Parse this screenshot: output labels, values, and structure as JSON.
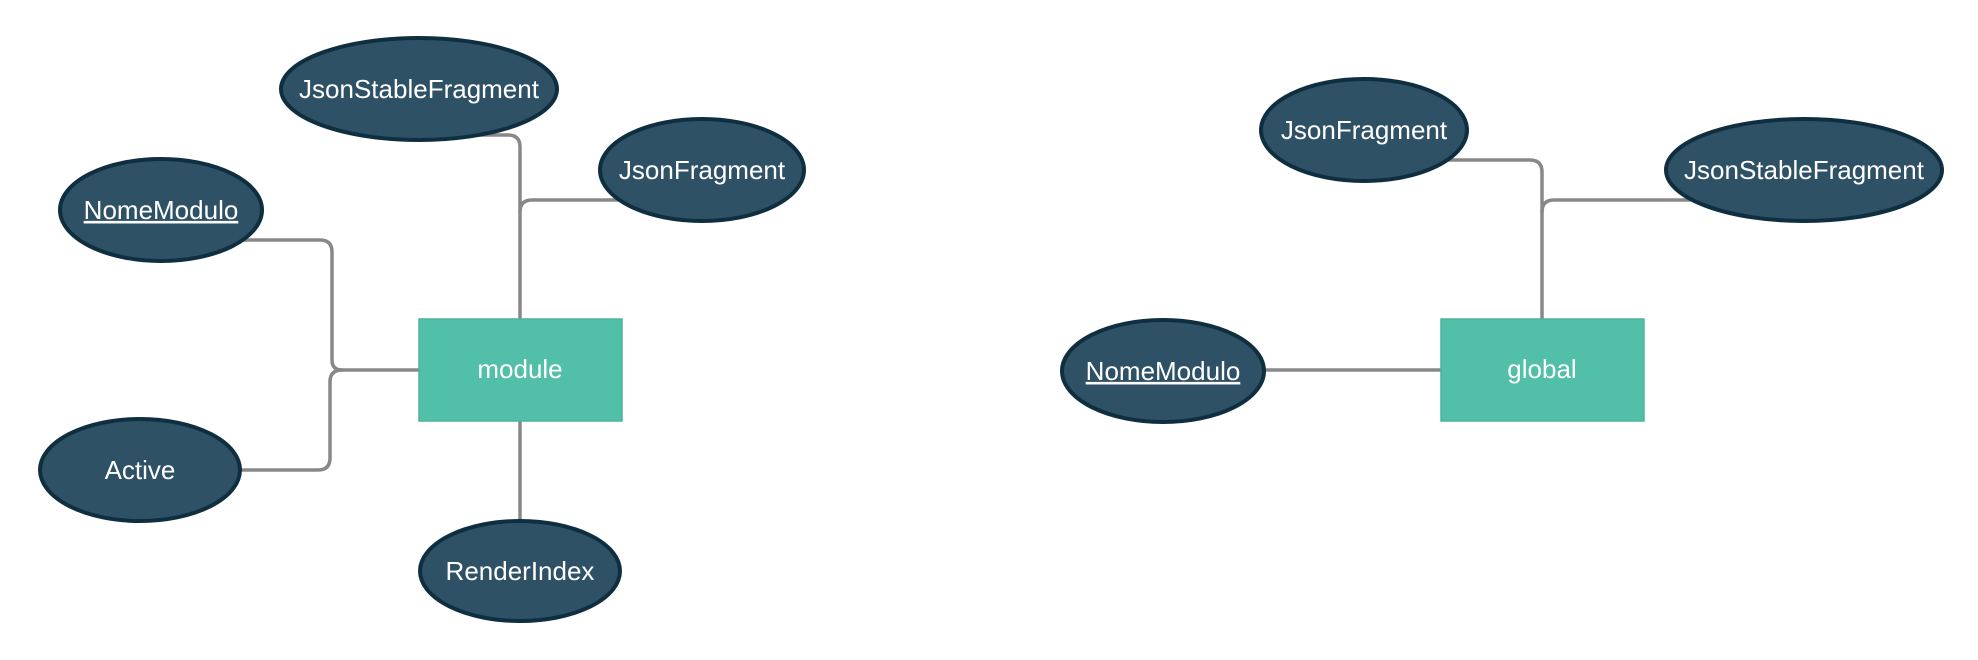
{
  "colors": {
    "attribute_fill": "#2f5165",
    "attribute_stroke": "#0f2f41",
    "entity_fill": "#52bfa8",
    "connector": "#888888",
    "label": "#ffffff"
  },
  "diagram": {
    "entities": [
      {
        "id": "module",
        "label": "module"
      },
      {
        "id": "global",
        "label": "global"
      }
    ],
    "attributes": [
      {
        "id": "m_jsonstablefragment",
        "entity": "module",
        "label": "JsonStableFragment",
        "key": false
      },
      {
        "id": "m_jsonfragment",
        "entity": "module",
        "label": "JsonFragment",
        "key": false
      },
      {
        "id": "m_nomemodulo",
        "entity": "module",
        "label": "NomeModulo",
        "key": true
      },
      {
        "id": "m_active",
        "entity": "module",
        "label": "Active",
        "key": false
      },
      {
        "id": "m_renderindex",
        "entity": "module",
        "label": "RenderIndex",
        "key": false
      },
      {
        "id": "g_jsonfragment",
        "entity": "global",
        "label": "JsonFragment",
        "key": false
      },
      {
        "id": "g_jsonstablefragment",
        "entity": "global",
        "label": "JsonStableFragment",
        "key": false
      },
      {
        "id": "g_nomemodulo",
        "entity": "global",
        "label": "NomeModulo",
        "key": true
      }
    ]
  }
}
